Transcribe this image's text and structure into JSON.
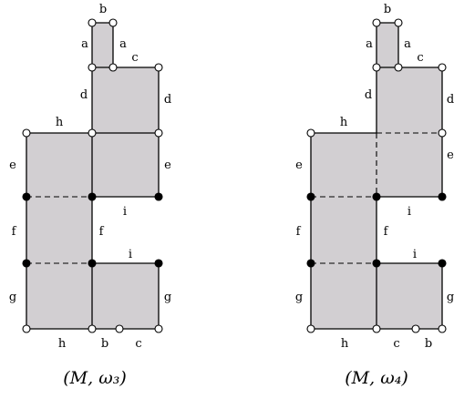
{
  "panels": [
    {
      "caption": "(M, ω₃)",
      "edge_labels": [
        "b",
        "a",
        "a",
        "c",
        "d",
        "d",
        "h",
        "e",
        "e",
        "i",
        "f",
        "f",
        "i",
        "g",
        "g",
        "h",
        "b",
        "c"
      ]
    },
    {
      "caption": "(M, ω₄)",
      "edge_labels": [
        "b",
        "a",
        "a",
        "c",
        "d",
        "d",
        "h",
        "e",
        "e",
        "i",
        "f",
        "f",
        "i",
        "g",
        "g",
        "h",
        "c",
        "b"
      ]
    }
  ],
  "colors": {
    "face": "#d2cfd2",
    "stroke": "#000000",
    "vertex_open": "#ffffff",
    "vertex_filled": "#000000"
  }
}
